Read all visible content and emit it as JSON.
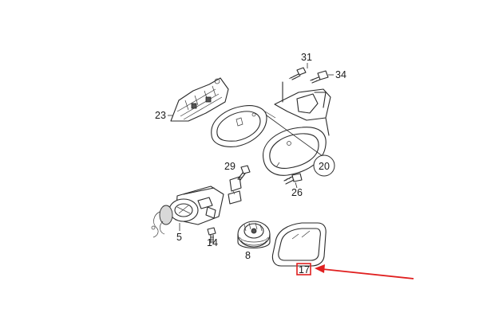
{
  "callouts": {
    "p31": "31",
    "p34": "34",
    "p23": "23",
    "p20": "20",
    "p29": "29",
    "p26": "26",
    "p5": "5",
    "p14": "14",
    "p8": "8",
    "p17": "17"
  },
  "highlight": {
    "color": "#e02020",
    "target_label": "17"
  }
}
